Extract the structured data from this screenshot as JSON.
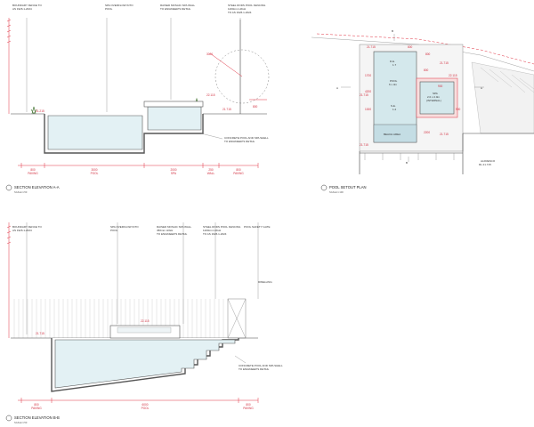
{
  "section_aa": {
    "title": "SECTION ELEVATION A-A",
    "scale": "SCALE 1:50",
    "notes": {
      "boundary": [
        "BOUNDARY FENCE TO",
        "AS 1926.1-2024"
      ],
      "spa_overflow": [
        "SPA OVERFLOW INTO",
        "POOL"
      ],
      "raised_wall": [
        "RAISED MOSAIC SPA WALL",
        "TO ENGINEER'S DETAIL"
      ],
      "steel_fencing": [
        "STEEL RODS POOL FENCING",
        "1200mm HIGH",
        "TO AS 1926.1-2024"
      ],
      "concrete": [
        "CONCRETE POOL AND SPA SHELL",
        "TO ENGINEER'S DETAIL"
      ]
    },
    "levels": {
      "left": "21.215",
      "spa_top": "22.115",
      "right": "21.715"
    },
    "radius_dim": "3000",
    "dims": [
      {
        "value": "800",
        "label": "PAVING"
      },
      {
        "value": "3000",
        "label": "POOL"
      },
      {
        "value": "2000",
        "label": "SPA"
      },
      {
        "value": "250",
        "label": "WALL"
      },
      {
        "value": "800",
        "label": "PAVING"
      }
    ],
    "right_dim": "800"
  },
  "setout": {
    "title": "POOL SETOUT PLAN",
    "scale": "SCALE 1:100",
    "pool": [
      "D.E.",
      "1.7",
      "POOL",
      "6 x 3m",
      "S.E.",
      "1.2"
    ],
    "spa": [
      "SPA",
      "2.0 x 2.0m",
      "(INTERNAL)"
    ],
    "beach": "BEACH AREA",
    "alfresco": [
      "ALFRESCO",
      "RL 21.715"
    ],
    "levels": [
      "21.715",
      "21.715",
      "21.715",
      "21.715",
      "21.715",
      "22.115"
    ],
    "dims": [
      "800",
      "800",
      "900",
      "1700",
      "4200",
      "1000",
      "900",
      "2200",
      "800"
    ],
    "markers": [
      "A",
      "A",
      "B",
      "B"
    ]
  },
  "section_bb": {
    "title": "SECTION ELEVATION B-B",
    "scale": "SCALE 1:50",
    "notes": {
      "boundary": [
        "BOUNDARY FENCE TO",
        "AS 1926.1-2024"
      ],
      "spa_overflow": [
        "SPA OVERFLOW INTO",
        "POOL"
      ],
      "raised_wall": [
        "RAISED MOSAIC SPA WALL",
        "450mm HIGH",
        "TO ENGINEER'S DETAIL"
      ],
      "steel_fencing": [
        "STEEL RODS POOL FENCING",
        "1200mm HIGH",
        "TO AS 1926.1-2024"
      ],
      "gate": "POOL SAFETY GATE",
      "dwelling": "DWELLING",
      "concrete": [
        "CONCRETE POOL AND SPA SHELL",
        "TO ENGINEER'S DETAIL"
      ]
    },
    "levels": {
      "left": "21.715",
      "spa": "22.115"
    },
    "dims": [
      {
        "value": "800",
        "label": "PAVING"
      },
      {
        "value": "6000",
        "label": "POOL"
      },
      {
        "value": "800",
        "label": "PAVING"
      }
    ]
  }
}
